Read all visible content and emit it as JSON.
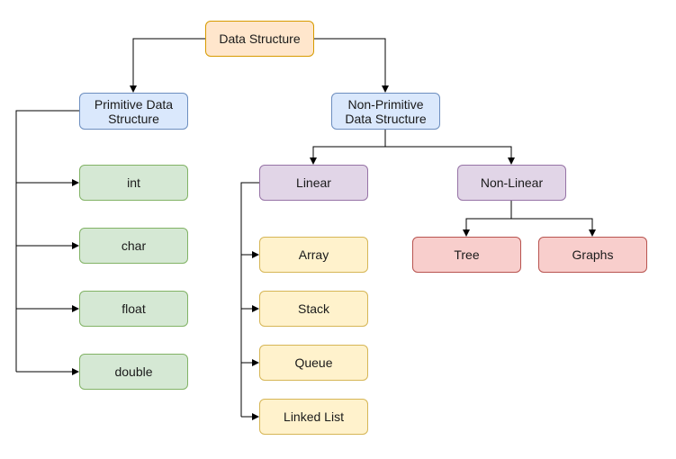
{
  "root": {
    "label": "Data Structure"
  },
  "primitive": {
    "label": "Primitive Data\nStructure",
    "children": [
      "int",
      "char",
      "float",
      "double"
    ]
  },
  "non_primitive": {
    "label": "Non-Primitive\nData Structure",
    "linear": {
      "label": "Linear",
      "children": [
        "Array",
        "Stack",
        "Queue",
        "Linked List"
      ]
    },
    "non_linear": {
      "label": "Non-Linear",
      "children": [
        "Tree",
        "Graphs"
      ]
    }
  },
  "colors": {
    "root": "#ffe6cc",
    "category": "#dae8fc",
    "primitive_item": "#d5e8d4",
    "subcategory": "#e1d5e7",
    "linear_item": "#fff2cc",
    "non_linear_item": "#f8cecc",
    "connector": "#000000"
  }
}
